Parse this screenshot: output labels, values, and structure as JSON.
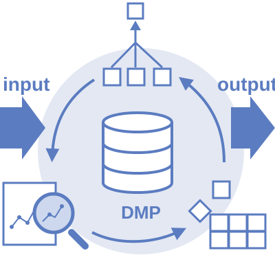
{
  "labels": {
    "input": "input",
    "output": "output",
    "center": "DMP"
  },
  "colors": {
    "primary": "#5b7cc0",
    "circle_fill": "#e3e8f3",
    "white": "#ffffff"
  },
  "icons": [
    "database-icon",
    "hierarchy-icon",
    "document-chart-icon",
    "magnifier-icon",
    "cube-icon",
    "grid-table-icon",
    "arrow-right-icon"
  ]
}
